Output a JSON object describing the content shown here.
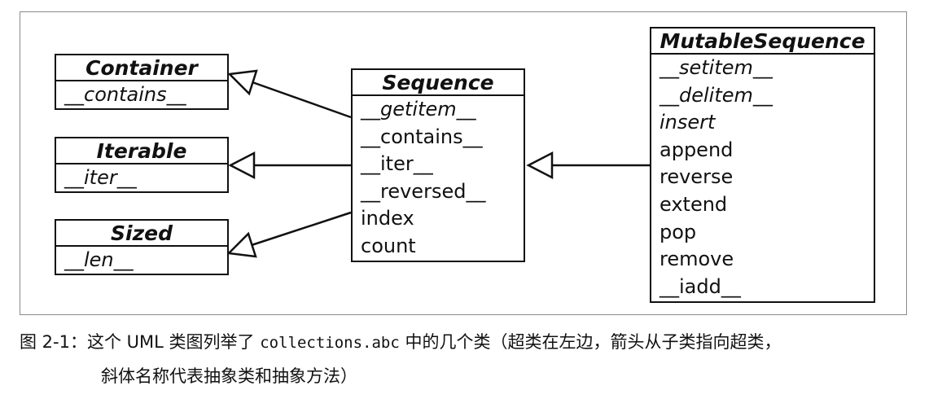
{
  "diagram": {
    "classes": {
      "container": {
        "name": "Container",
        "members": [
          {
            "text": "__contains__",
            "abstract": true
          }
        ]
      },
      "iterable": {
        "name": "Iterable",
        "members": [
          {
            "text": "__iter__",
            "abstract": true
          }
        ]
      },
      "sized": {
        "name": "Sized",
        "members": [
          {
            "text": "__len__",
            "abstract": true
          }
        ]
      },
      "sequence": {
        "name": "Sequence",
        "members": [
          {
            "text": "__getitem__",
            "abstract": true
          },
          {
            "text": "__contains__",
            "abstract": false
          },
          {
            "text": "__iter__",
            "abstract": false
          },
          {
            "text": "__reversed__",
            "abstract": false
          },
          {
            "text": "index",
            "abstract": false
          },
          {
            "text": "count",
            "abstract": false
          }
        ]
      },
      "mutable_sequence": {
        "name": "MutableSequence",
        "members": [
          {
            "text": "__setitem__",
            "abstract": true
          },
          {
            "text": "__delitem__",
            "abstract": true
          },
          {
            "text": "insert",
            "abstract": true
          },
          {
            "text": "append",
            "abstract": false
          },
          {
            "text": "reverse",
            "abstract": false
          },
          {
            "text": "extend",
            "abstract": false
          },
          {
            "text": "pop",
            "abstract": false
          },
          {
            "text": "remove",
            "abstract": false
          },
          {
            "text": "__iadd__",
            "abstract": false
          }
        ]
      }
    },
    "relations": [
      {
        "from": "Sequence",
        "to": "Container",
        "type": "inheritance"
      },
      {
        "from": "Sequence",
        "to": "Iterable",
        "type": "inheritance"
      },
      {
        "from": "Sequence",
        "to": "Sized",
        "type": "inheritance"
      },
      {
        "from": "MutableSequence",
        "to": "Sequence",
        "type": "inheritance"
      }
    ]
  },
  "caption": {
    "prefix": "图 2-1：这个 UML 类图列举了 ",
    "code": "collections.abc",
    "suffix": " 中的几个类（超类在左边，箭头从子类指向超类，",
    "line2": "斜体名称代表抽象类和抽象方法）"
  }
}
